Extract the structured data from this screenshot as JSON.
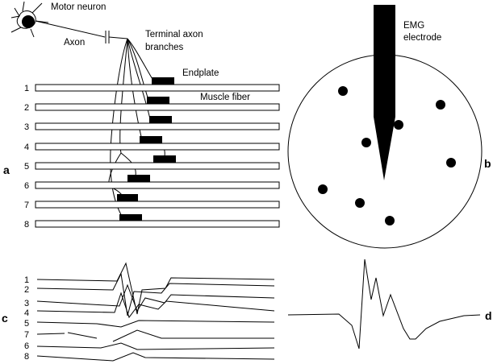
{
  "labels": {
    "motor_neuron": "Motor neuron",
    "axon": "Axon",
    "terminal_branches_line1": "Terminal axon",
    "terminal_branches_line2": "branches",
    "endplate": "Endplate",
    "muscle_fiber": "Muscle fiber",
    "emg_line1": "EMG",
    "emg_line2": "electrode"
  },
  "panels": {
    "a": "a",
    "b": "b",
    "c": "c",
    "d": "d"
  },
  "fiber_numbers": [
    "1",
    "2",
    "3",
    "4",
    "5",
    "6",
    "7",
    "8"
  ],
  "trace_numbers": [
    "1",
    "2",
    "3",
    "4",
    "5",
    "7",
    "6",
    "8"
  ]
}
